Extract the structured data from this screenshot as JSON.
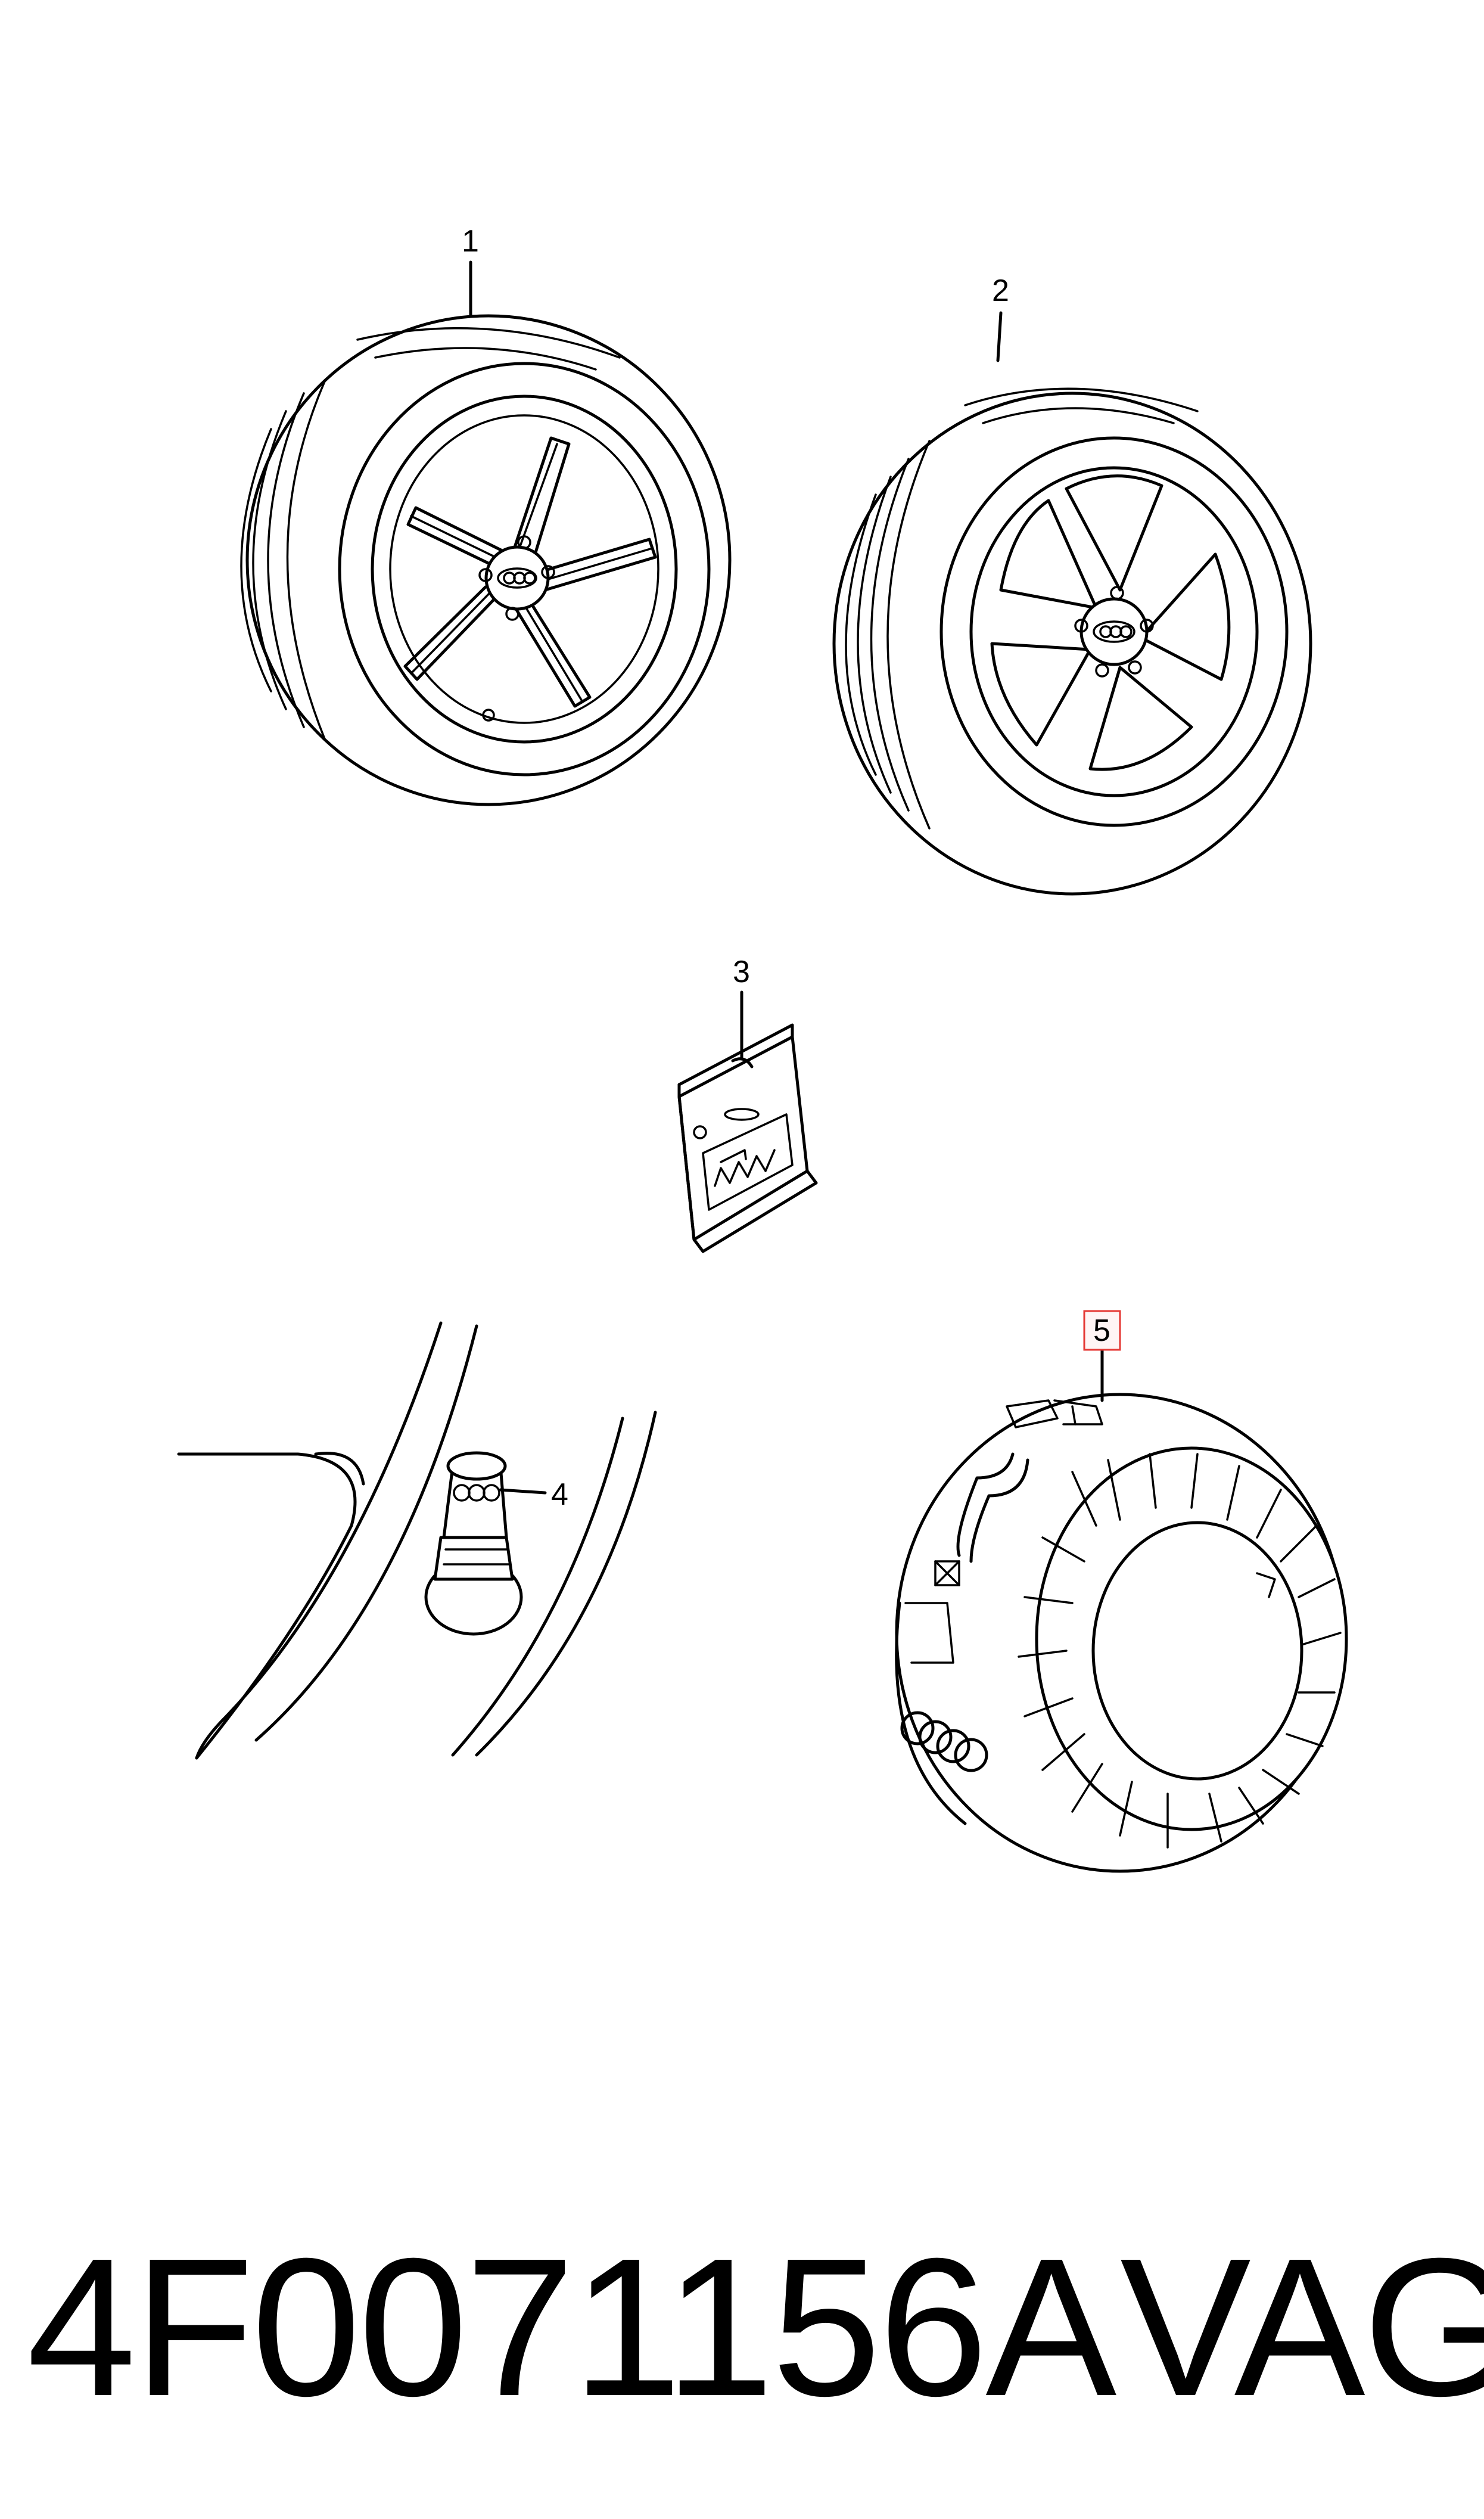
{
  "diagram": {
    "callouts": [
      {
        "id": "1",
        "label": "1"
      },
      {
        "id": "2",
        "label": "2"
      },
      {
        "id": "3",
        "label": "3"
      },
      {
        "id": "4",
        "label": "4"
      },
      {
        "id": "5",
        "label": "5",
        "highlighted": true
      }
    ],
    "highlight_color": "#e53935"
  },
  "footer": {
    "part_number": "4F0071156A",
    "brand": "VAG"
  }
}
